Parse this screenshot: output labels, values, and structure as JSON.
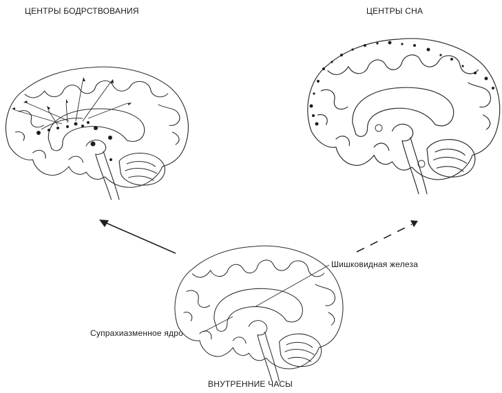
{
  "labels": {
    "wake_centers": "ЦЕНТРЫ БОДРСТВОВАНИЯ",
    "sleep_centers": "ЦЕНТРЫ СНА",
    "internal_clock": "ВНУТРЕННИЕ ЧАСЫ",
    "pineal_gland": "Шишковидная железа",
    "suprachiasmatic_nucleus": "Супрахиазменное ядро"
  },
  "arrows": {
    "to_wake": "solid",
    "to_sleep": "dashed"
  }
}
